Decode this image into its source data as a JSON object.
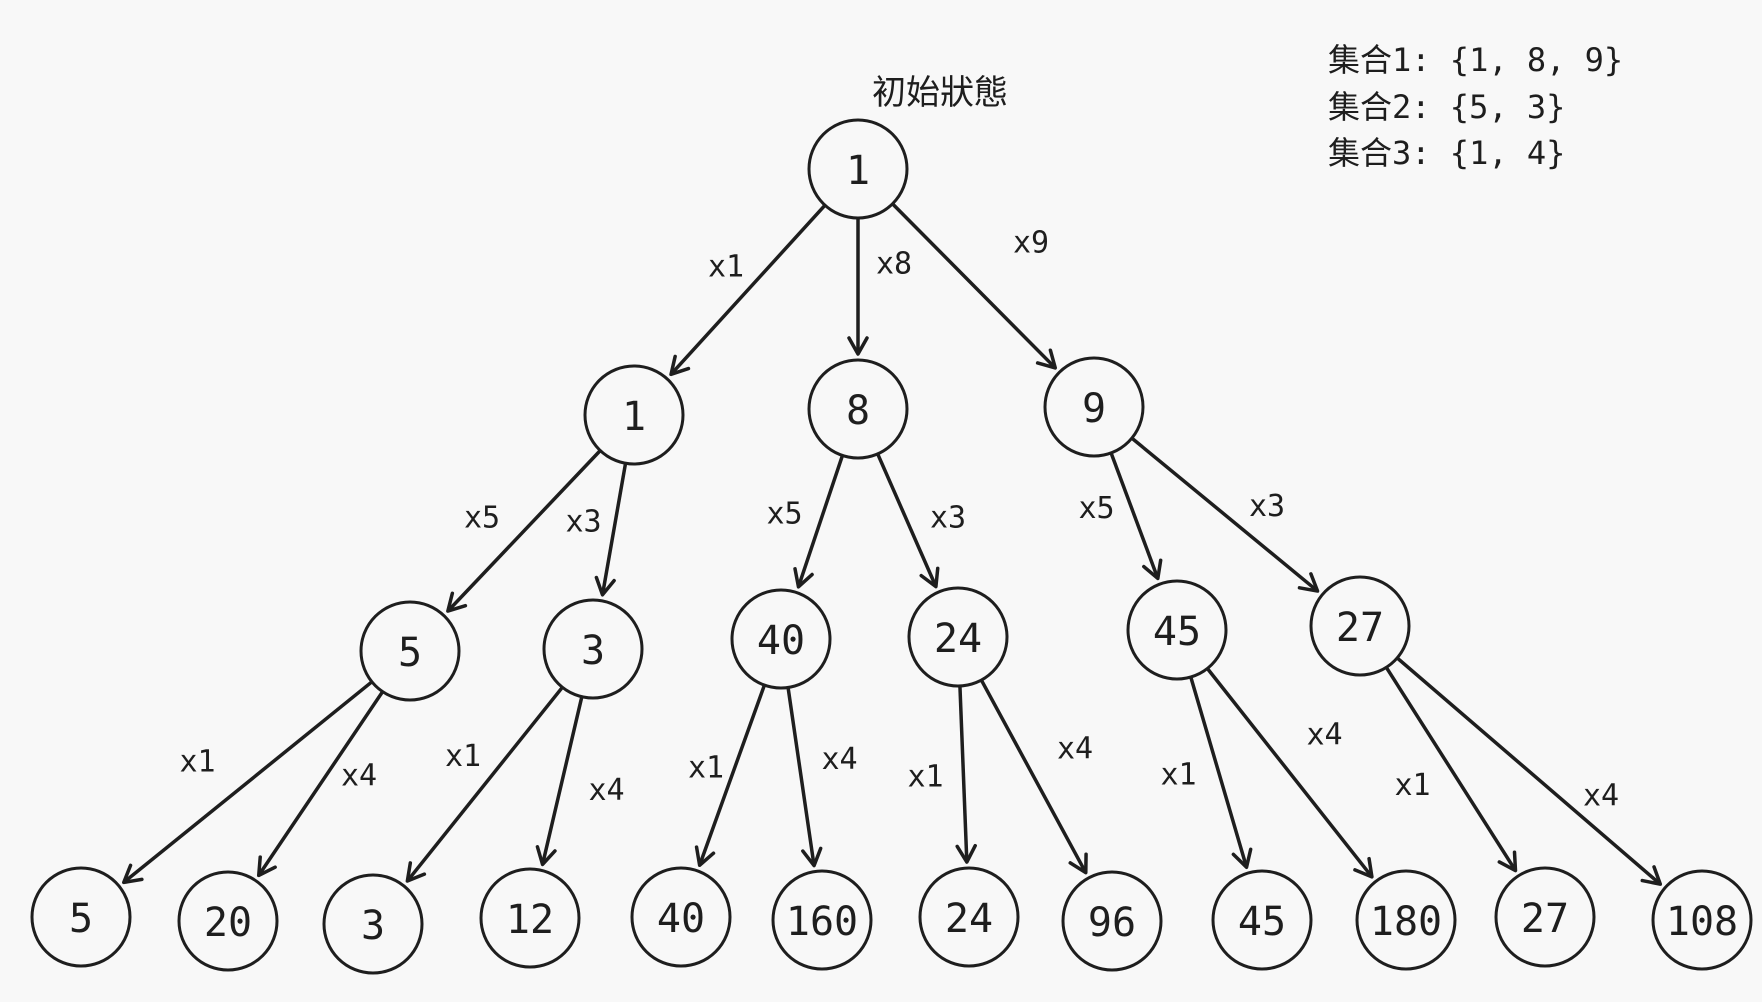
{
  "title": "初始狀態",
  "sets": [
    "集合1: {1, 8, 9}",
    "集合2: {5, 3}",
    "集合3: {1, 4}"
  ],
  "nodes": [
    {
      "id": "root",
      "label": "1"
    },
    {
      "id": "l1-a",
      "label": "1"
    },
    {
      "id": "l1-b",
      "label": "8"
    },
    {
      "id": "l1-c",
      "label": "9"
    },
    {
      "id": "l2-a",
      "label": "5"
    },
    {
      "id": "l2-b",
      "label": "3"
    },
    {
      "id": "l2-c",
      "label": "40"
    },
    {
      "id": "l2-d",
      "label": "24"
    },
    {
      "id": "l2-e",
      "label": "45"
    },
    {
      "id": "l2-f",
      "label": "27"
    },
    {
      "id": "l3-a",
      "label": "5"
    },
    {
      "id": "l3-b",
      "label": "20"
    },
    {
      "id": "l3-c",
      "label": "3"
    },
    {
      "id": "l3-d",
      "label": "12"
    },
    {
      "id": "l3-e",
      "label": "40"
    },
    {
      "id": "l3-f",
      "label": "160"
    },
    {
      "id": "l3-g",
      "label": "24"
    },
    {
      "id": "l3-h",
      "label": "96"
    },
    {
      "id": "l3-i",
      "label": "45"
    },
    {
      "id": "l3-j",
      "label": "180"
    },
    {
      "id": "l3-k",
      "label": "27"
    },
    {
      "id": "l3-l",
      "label": "108"
    }
  ],
  "edges": [
    {
      "from": "root",
      "to": "l1-a",
      "label": "x1"
    },
    {
      "from": "root",
      "to": "l1-b",
      "label": "x8"
    },
    {
      "from": "root",
      "to": "l1-c",
      "label": "x9"
    },
    {
      "from": "l1-a",
      "to": "l2-a",
      "label": "x5"
    },
    {
      "from": "l1-a",
      "to": "l2-b",
      "label": "x3"
    },
    {
      "from": "l1-b",
      "to": "l2-c",
      "label": "x5"
    },
    {
      "from": "l1-b",
      "to": "l2-d",
      "label": "x3"
    },
    {
      "from": "l1-c",
      "to": "l2-e",
      "label": "x5"
    },
    {
      "from": "l1-c",
      "to": "l2-f",
      "label": "x3"
    },
    {
      "from": "l2-a",
      "to": "l3-a",
      "label": "x1"
    },
    {
      "from": "l2-a",
      "to": "l3-b",
      "label": "x4"
    },
    {
      "from": "l2-b",
      "to": "l3-c",
      "label": "x1"
    },
    {
      "from": "l2-b",
      "to": "l3-d",
      "label": "x4"
    },
    {
      "from": "l2-c",
      "to": "l3-e",
      "label": "x1"
    },
    {
      "from": "l2-c",
      "to": "l3-f",
      "label": "x4"
    },
    {
      "from": "l2-d",
      "to": "l3-g",
      "label": "x1"
    },
    {
      "from": "l2-d",
      "to": "l3-h",
      "label": "x4"
    },
    {
      "from": "l2-e",
      "to": "l3-i",
      "label": "x1"
    },
    {
      "from": "l2-e",
      "to": "l3-j",
      "label": "x4"
    },
    {
      "from": "l2-f",
      "to": "l3-k",
      "label": "x1"
    },
    {
      "from": "l2-f",
      "to": "l3-l",
      "label": "x4"
    }
  ]
}
